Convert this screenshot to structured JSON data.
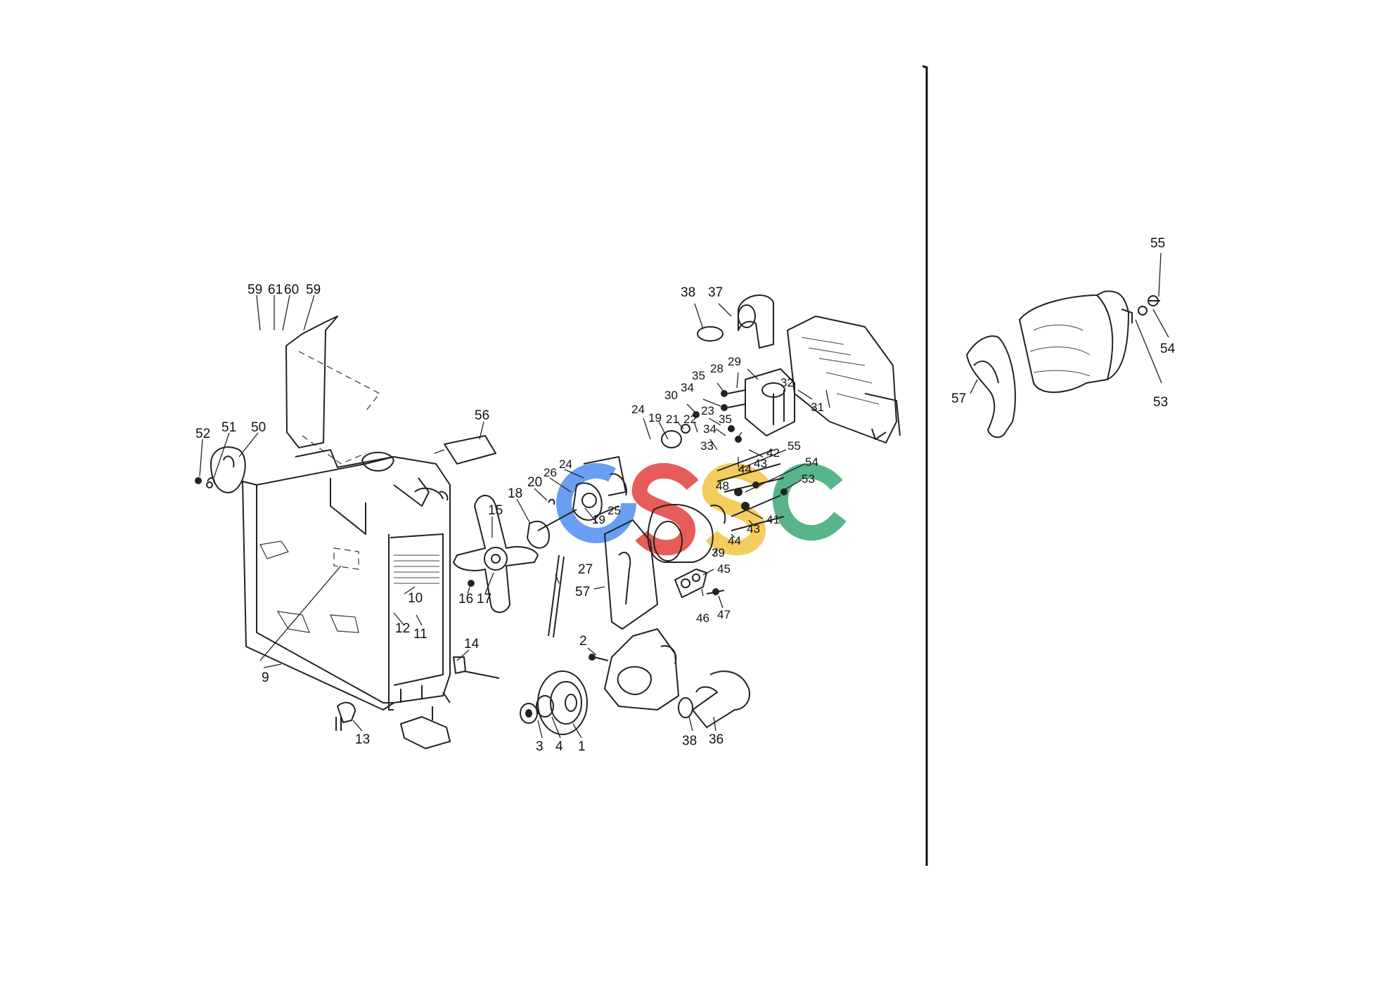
{
  "diagram": {
    "watermark": {
      "letters": [
        "C",
        "S",
        "S",
        "C"
      ],
      "colors": [
        "#4f8ef0",
        "#e2403b",
        "#f4c542",
        "#3aa876"
      ]
    },
    "callouts": [
      {
        "id": "59a",
        "text": "59"
      },
      {
        "id": "61",
        "text": "61"
      },
      {
        "id": "60",
        "text": "60"
      },
      {
        "id": "59b",
        "text": "59"
      },
      {
        "id": "52",
        "text": "52"
      },
      {
        "id": "51",
        "text": "51"
      },
      {
        "id": "50",
        "text": "50"
      },
      {
        "id": "56",
        "text": "56"
      },
      {
        "id": "15",
        "text": "15"
      },
      {
        "id": "16",
        "text": "16"
      },
      {
        "id": "17",
        "text": "17"
      },
      {
        "id": "18",
        "text": "18"
      },
      {
        "id": "20",
        "text": "20"
      },
      {
        "id": "26",
        "text": "26"
      },
      {
        "id": "24a",
        "text": "24"
      },
      {
        "id": "19a",
        "text": "19"
      },
      {
        "id": "25",
        "text": "25"
      },
      {
        "id": "10",
        "text": "10"
      },
      {
        "id": "12",
        "text": "12"
      },
      {
        "id": "11",
        "text": "11"
      },
      {
        "id": "14",
        "text": "14"
      },
      {
        "id": "9",
        "text": "9"
      },
      {
        "id": "13",
        "text": "13"
      },
      {
        "id": "27",
        "text": "27"
      },
      {
        "id": "57a",
        "text": "57"
      },
      {
        "id": "2",
        "text": "2"
      },
      {
        "id": "3",
        "text": "3"
      },
      {
        "id": "4",
        "text": "4"
      },
      {
        "id": "1",
        "text": "1"
      },
      {
        "id": "38a",
        "text": "38"
      },
      {
        "id": "37",
        "text": "37"
      },
      {
        "id": "28",
        "text": "28"
      },
      {
        "id": "29",
        "text": "29"
      },
      {
        "id": "35a",
        "text": "35"
      },
      {
        "id": "34a",
        "text": "34"
      },
      {
        "id": "30",
        "text": "30"
      },
      {
        "id": "23",
        "text": "23"
      },
      {
        "id": "32",
        "text": "32"
      },
      {
        "id": "31",
        "text": "31"
      },
      {
        "id": "24b",
        "text": "24"
      },
      {
        "id": "19b",
        "text": "19"
      },
      {
        "id": "21",
        "text": "21"
      },
      {
        "id": "22",
        "text": "22"
      },
      {
        "id": "34b",
        "text": "34"
      },
      {
        "id": "35b",
        "text": "35"
      },
      {
        "id": "33",
        "text": "33"
      },
      {
        "id": "42",
        "text": "42"
      },
      {
        "id": "43a",
        "text": "43"
      },
      {
        "id": "44a",
        "text": "44"
      },
      {
        "id": "48",
        "text": "48"
      },
      {
        "id": "55a",
        "text": "55"
      },
      {
        "id": "54a",
        "text": "54"
      },
      {
        "id": "53a",
        "text": "53"
      },
      {
        "id": "41",
        "text": "41"
      },
      {
        "id": "43b",
        "text": "43"
      },
      {
        "id": "44b",
        "text": "44"
      },
      {
        "id": "39",
        "text": "39"
      },
      {
        "id": "45",
        "text": "45"
      },
      {
        "id": "46",
        "text": "46"
      },
      {
        "id": "47",
        "text": "47"
      },
      {
        "id": "38b",
        "text": "38"
      },
      {
        "id": "36",
        "text": "36"
      },
      {
        "id": "55b",
        "text": "55"
      },
      {
        "id": "54b",
        "text": "54"
      },
      {
        "id": "53b",
        "text": "53"
      },
      {
        "id": "57b",
        "text": "57"
      }
    ]
  }
}
